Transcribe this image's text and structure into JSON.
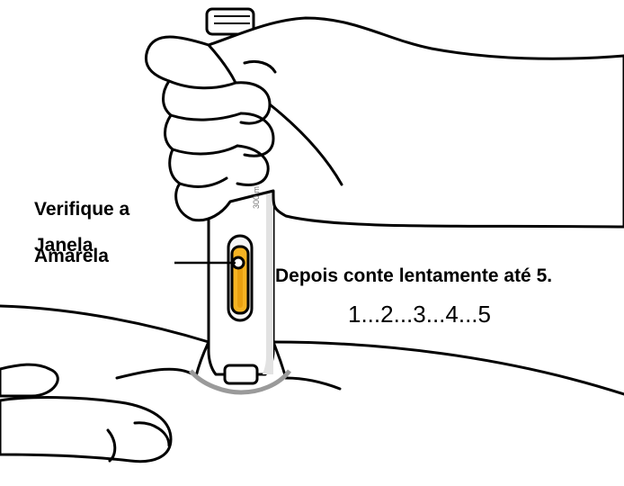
{
  "callout": {
    "lines": [
      "Verifique a",
      "Janela",
      "Amarela"
    ]
  },
  "instruction": "Depois conte lentamente até 5.",
  "count": "1...2...3...4...5",
  "pen_label": "300 m",
  "colors": {
    "window": "#f5b323",
    "window_inner": "#e9a010",
    "outline": "#000000",
    "skin_shadow": "#dcdcdc",
    "pen_body": "#ffffff",
    "pen_shade": "#cfcfcf",
    "base_ring": "#9a9a9a"
  },
  "icons": [
    "hand-icon",
    "pen-injector-icon",
    "skin-icon"
  ]
}
